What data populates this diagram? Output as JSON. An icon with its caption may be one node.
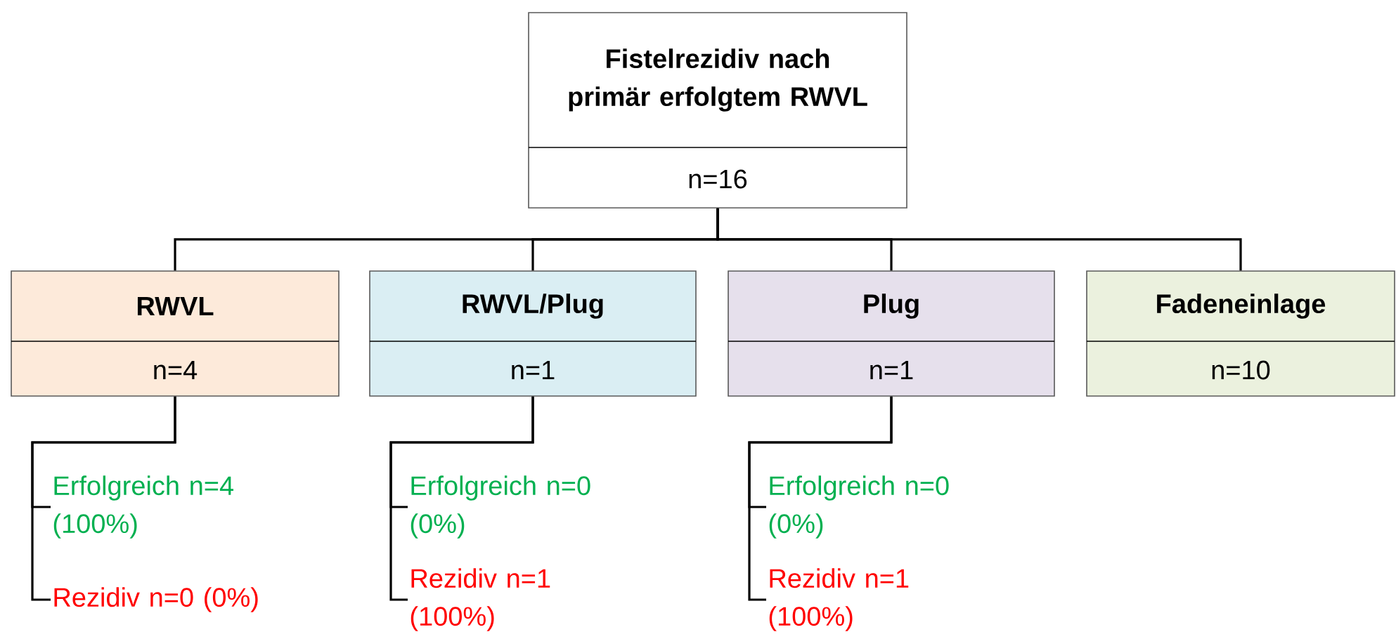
{
  "diagram": {
    "nodes": [
      {
        "text": [
          "Fistelrezidiv nach primär erfolgtem RWVL",
          "n=16"
        ]
      },
      {
        "text": [
          "RWVL",
          "n=4"
        ]
      },
      {
        "text": [
          "RWVL/Plug",
          "n=1"
        ]
      },
      {
        "text": [
          "Plug",
          "n=1"
        ]
      },
      {
        "text": [
          "Fadeneinlage",
          "n=10"
        ]
      },
      {
        "text": [
          "Erfolgreich n=4 (100%)"
        ]
      },
      {
        "text": [
          "Rezidiv n=0 (0%)"
        ]
      },
      {
        "text": [
          "Erfolgreich n=0 (0%)"
        ]
      },
      {
        "text": [
          "Rezidiv n=1 (100%)"
        ]
      },
      {
        "text": [
          "Erfolgreich n=0 (0%)"
        ]
      },
      {
        "text": [
          "Rezidiv n=1 (100%)"
        ]
      }
    ],
    "edges": [
      {
        "from": 0,
        "to": 1,
        "arrow": "none"
      },
      {
        "from": 0,
        "to": 2,
        "arrow": "none"
      },
      {
        "from": 0,
        "to": 3,
        "arrow": "none"
      },
      {
        "from": 0,
        "to": 4,
        "arrow": "none"
      },
      {
        "from": 1,
        "to": 5,
        "arrow": "none"
      },
      {
        "from": 1,
        "to": 6,
        "arrow": "none"
      },
      {
        "from": 2,
        "to": 7,
        "arrow": "none"
      },
      {
        "from": 2,
        "to": 8,
        "arrow": "none"
      },
      {
        "from": 3,
        "to": 9,
        "arrow": "none"
      },
      {
        "from": 3,
        "to": 10,
        "arrow": "none"
      }
    ]
  }
}
